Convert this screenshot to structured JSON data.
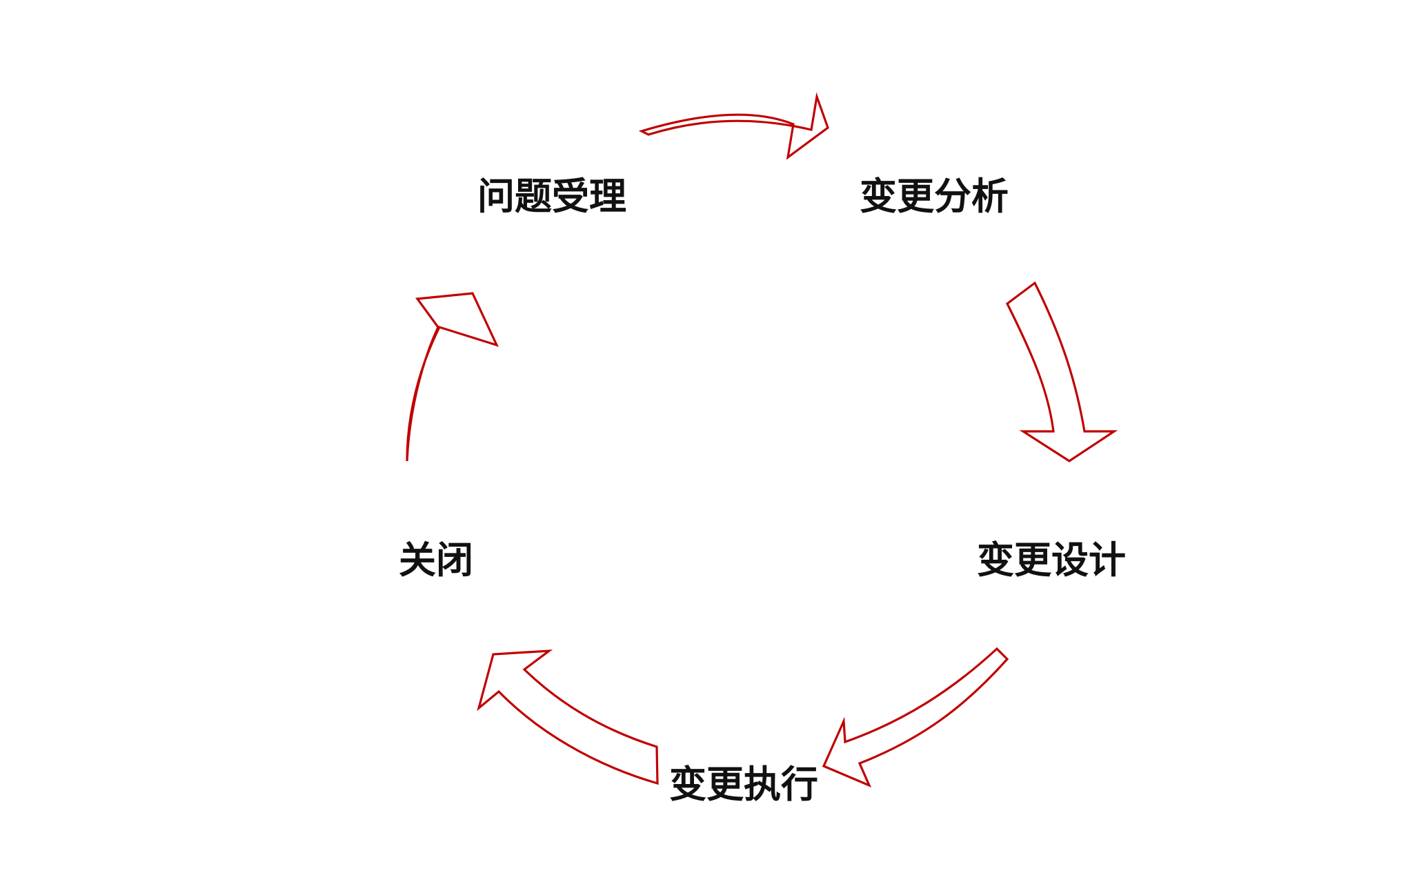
{
  "diagram": {
    "type": "cycle",
    "arrow_color": "#C00000",
    "text_color": "#111111",
    "steps": [
      {
        "id": "step-accept",
        "label": "问题受理"
      },
      {
        "id": "step-analysis",
        "label": "变更分析"
      },
      {
        "id": "step-design",
        "label": "变更设计"
      },
      {
        "id": "step-execute",
        "label": "变更执行"
      },
      {
        "id": "step-close",
        "label": "关闭"
      }
    ],
    "arrows": [
      {
        "from": "问题受理",
        "to": "变更分析"
      },
      {
        "from": "变更分析",
        "to": "变更设计"
      },
      {
        "from": "变更设计",
        "to": "变更执行"
      },
      {
        "from": "变更执行",
        "to": "关闭"
      },
      {
        "from": "关闭",
        "to": "问题受理"
      }
    ]
  }
}
